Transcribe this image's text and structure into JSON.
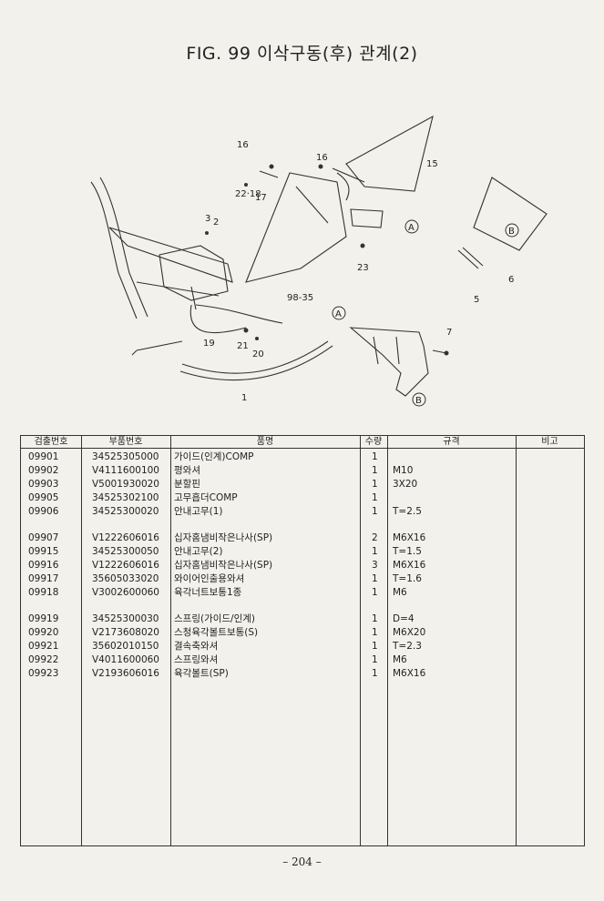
{
  "title": "FIG. 99 이삭구동(후) 관계(2)",
  "diagram": {
    "callouts": [
      "1",
      "2",
      "3",
      "5",
      "6",
      "7",
      "15",
      "16",
      "16",
      "22·18",
      "17",
      "19",
      "20",
      "21",
      "23",
      "98-35"
    ],
    "markers": [
      "A",
      "B",
      "A",
      "B"
    ]
  },
  "table": {
    "headers": {
      "no": "검출번호",
      "part": "부품번호",
      "name": "품명",
      "qty": "수량",
      "spec": "규격",
      "remark": "비고"
    },
    "rows": [
      {
        "no": "09901",
        "part": "34525305000",
        "name": "가이드(인계)COMP",
        "qty": "1",
        "spec": ""
      },
      {
        "no": "09902",
        "part": "V4111600100",
        "name": "평와셔",
        "qty": "1",
        "spec": "M10"
      },
      {
        "no": "09903",
        "part": "V5001930020",
        "name": "분할핀",
        "qty": "1",
        "spec": "3X20"
      },
      {
        "no": "09905",
        "part": "34525302100",
        "name": "고무흡더COMP",
        "qty": "1",
        "spec": ""
      },
      {
        "no": "09906",
        "part": "34525300020",
        "name": "안내고무(1)",
        "qty": "1",
        "spec": "T=2.5"
      },
      {
        "no": "09907",
        "part": "V1222606016",
        "name": "십자홈냄비작은나사(SP)",
        "qty": "2",
        "spec": "M6X16"
      },
      {
        "no": "09915",
        "part": "34525300050",
        "name": "안내고무(2)",
        "qty": "1",
        "spec": "T=1.5"
      },
      {
        "no": "09916",
        "part": "V1222606016",
        "name": "십자홈냄비작은나사(SP)",
        "qty": "3",
        "spec": "M6X16"
      },
      {
        "no": "09917",
        "part": "35605033020",
        "name": "와이어인출용와셔",
        "qty": "1",
        "spec": "T=1.6"
      },
      {
        "no": "09918",
        "part": "V3002600060",
        "name": "육각너트보통1종",
        "qty": "1",
        "spec": "M6"
      },
      {
        "no": "09919",
        "part": "34525300030",
        "name": "스프링(가이드/인계)",
        "qty": "1",
        "spec": "D=4"
      },
      {
        "no": "09920",
        "part": "V2173608020",
        "name": "스청육각볼트보통(S)",
        "qty": "1",
        "spec": "M6X20"
      },
      {
        "no": "09921",
        "part": "35602010150",
        "name": "결속축와셔",
        "qty": "1",
        "spec": "T=2.3"
      },
      {
        "no": "09922",
        "part": "V4011600060",
        "name": "스프링와셔",
        "qty": "1",
        "spec": "M6"
      },
      {
        "no": "09923",
        "part": "V2193606016",
        "name": "육각볼트(SP)",
        "qty": "1",
        "spec": "M6X16"
      }
    ]
  },
  "page_number": "– 204 –"
}
